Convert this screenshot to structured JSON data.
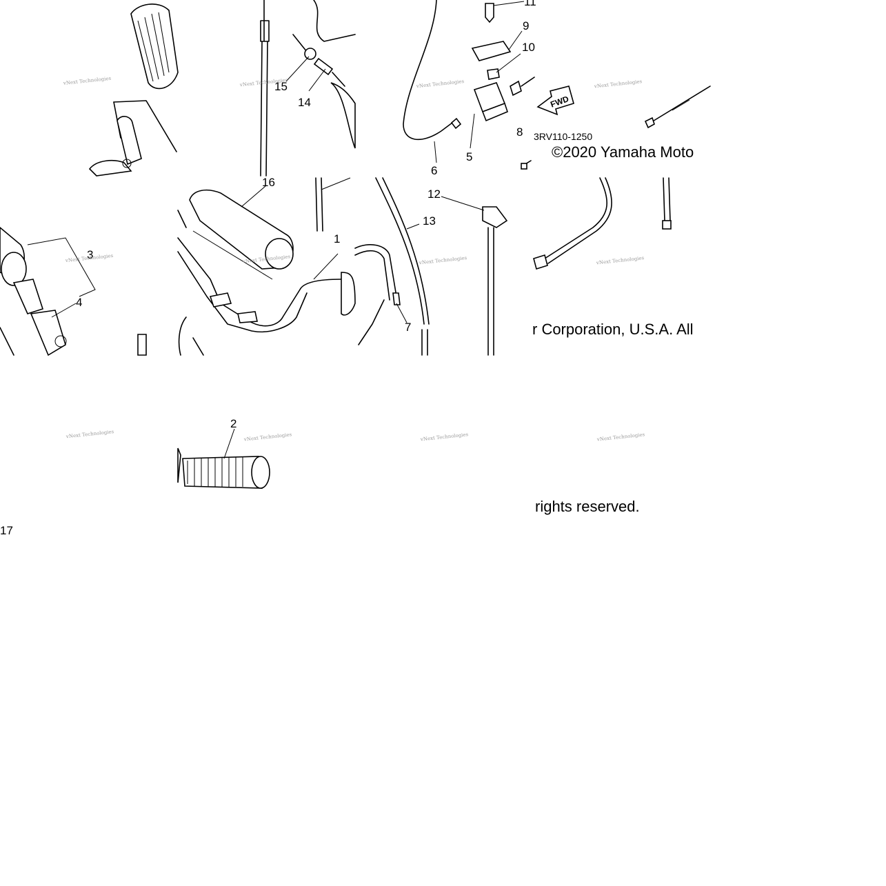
{
  "diagram": {
    "part_code": "3RV110-1250",
    "copyright_line_1": "©2020 Yamaha Moto",
    "copyright_line_2": "r Corporation, U.S.A. All",
    "copyright_line_3": "rights reserved.",
    "direction_arrow_text": "FWD",
    "watermark_text": "vNext Technologies",
    "edge_fragment": "17"
  },
  "callouts": [
    {
      "number": "1"
    },
    {
      "number": "2"
    },
    {
      "number": "3"
    },
    {
      "number": "4"
    },
    {
      "number": "5"
    },
    {
      "number": "6"
    },
    {
      "number": "7"
    },
    {
      "number": "8"
    },
    {
      "number": "9"
    },
    {
      "number": "10"
    },
    {
      "number": "11"
    },
    {
      "number": "12"
    },
    {
      "number": "13"
    },
    {
      "number": "14"
    },
    {
      "number": "15"
    },
    {
      "number": "16"
    }
  ]
}
